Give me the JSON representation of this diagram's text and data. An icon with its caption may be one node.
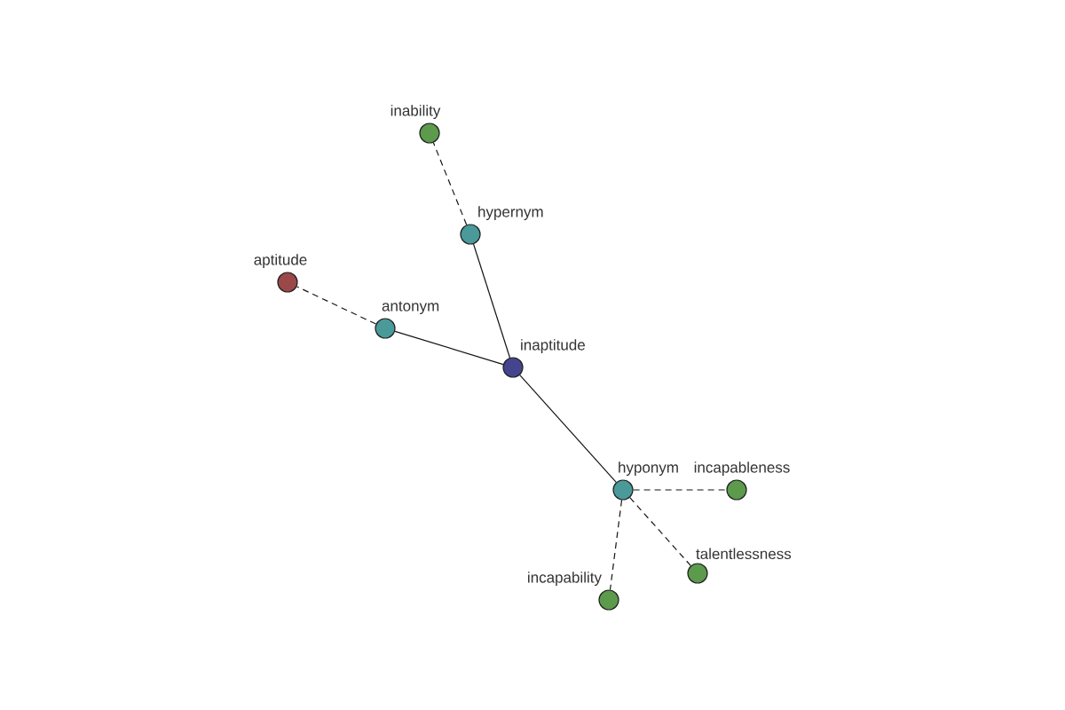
{
  "diagram": {
    "nodes": [
      {
        "text": [
          "inability"
        ]
      },
      {
        "text": [
          "hypernym"
        ]
      },
      {
        "text": [
          "aptitude"
        ]
      },
      {
        "text": [
          "antonym"
        ]
      },
      {
        "text": [
          "inaptitude"
        ]
      },
      {
        "text": [
          "hyponym"
        ]
      },
      {
        "text": [
          "incapableness"
        ]
      },
      {
        "text": [
          "talentlessness"
        ]
      },
      {
        "text": [
          "incapability"
        ]
      }
    ],
    "edges": [
      {
        "from": 4,
        "to": 1,
        "arrow": "none"
      },
      {
        "from": 1,
        "to": 0,
        "arrow": "none",
        "style": "dashed"
      },
      {
        "from": 4,
        "to": 3,
        "arrow": "none"
      },
      {
        "from": 3,
        "to": 2,
        "arrow": "none",
        "style": "dashed"
      },
      {
        "from": 4,
        "to": 5,
        "arrow": "none"
      },
      {
        "from": 5,
        "to": 6,
        "arrow": "none",
        "style": "dashed"
      },
      {
        "from": 5,
        "to": 7,
        "arrow": "none",
        "style": "dashed"
      },
      {
        "from": 5,
        "to": 8,
        "arrow": "none",
        "style": "dashed"
      }
    ]
  }
}
